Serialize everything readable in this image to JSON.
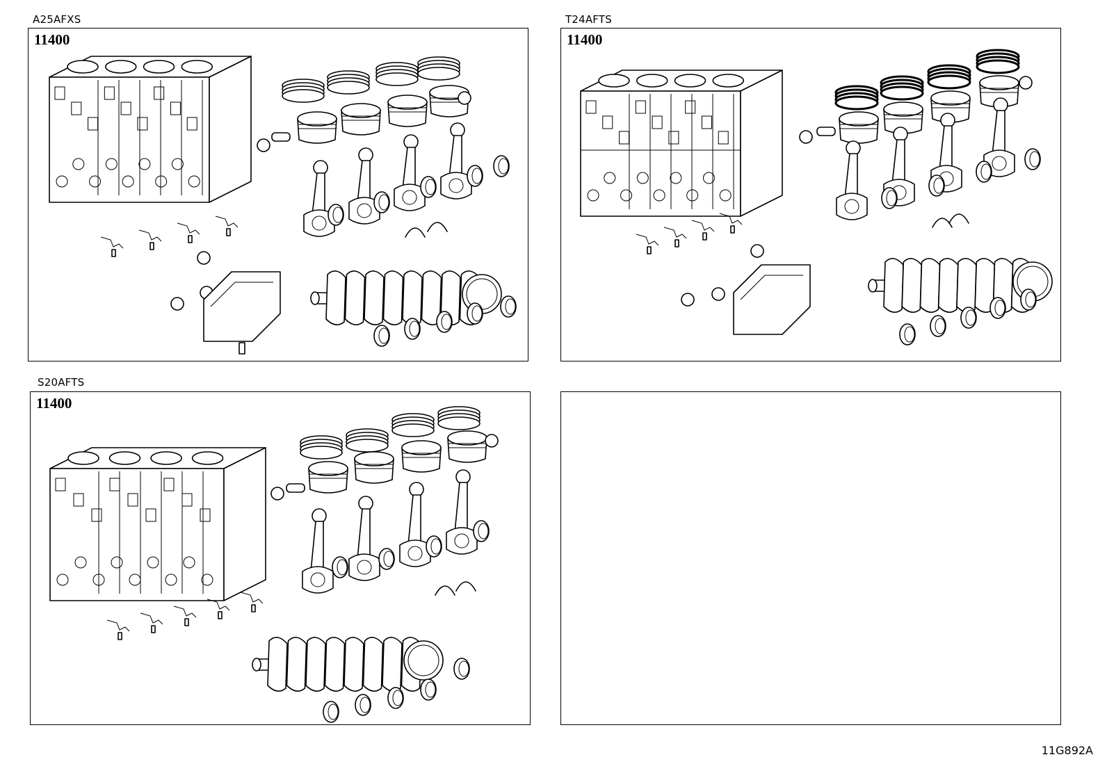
{
  "panels": [
    {
      "engine_code": "A25AFXS",
      "part_number": "11400"
    },
    {
      "engine_code": "T24AFTS",
      "part_number": "11400"
    },
    {
      "engine_code": "S20AFTS",
      "part_number": "11400"
    },
    {
      "engine_code": "",
      "part_number": ""
    }
  ],
  "diagram_ref": "11G892A"
}
